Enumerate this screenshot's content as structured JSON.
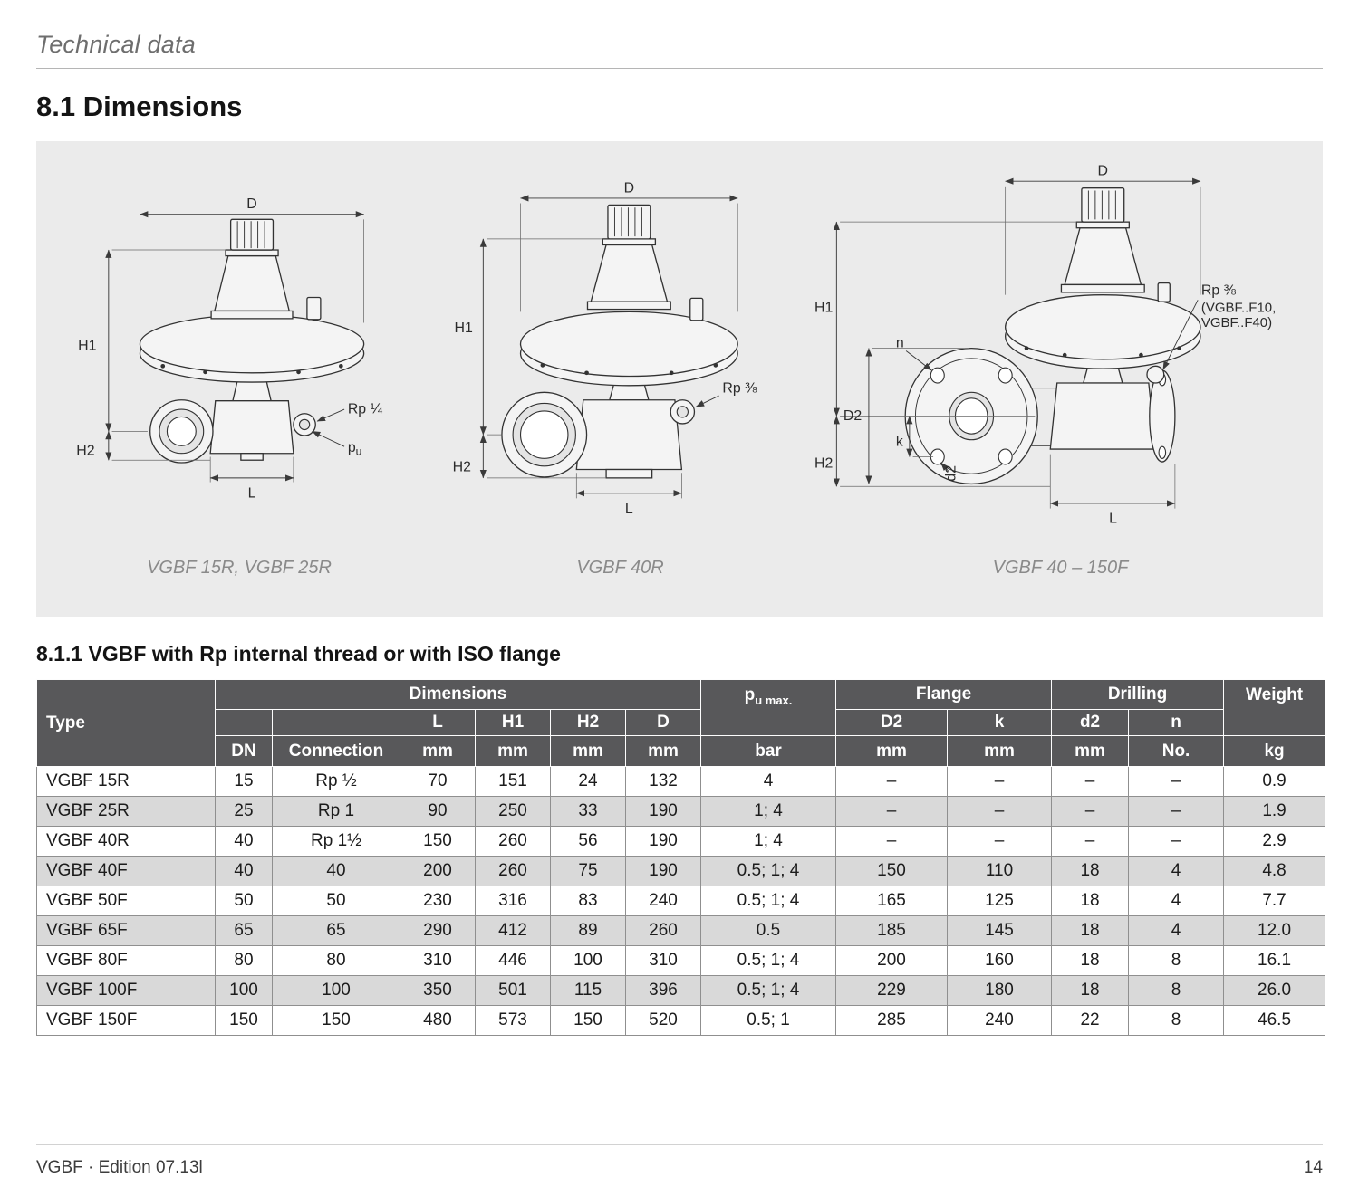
{
  "page": {
    "eyebrow": "Technical data",
    "section_title": "8.1 Dimensions",
    "subsection_title": "8.1.1 VGBF with Rp internal thread or with ISO flange",
    "footer_left": "VGBF · Edition 07.13l",
    "page_number": "14"
  },
  "figures": {
    "fig1": {
      "caption": "VGBF 15R, VGBF 25R",
      "labels": {
        "d": "D",
        "h1": "H1",
        "h2": "H2",
        "l": "L",
        "rp": "Rp ¼",
        "pu_main": "p",
        "pu_sub": "u"
      }
    },
    "fig2": {
      "caption": "VGBF 40R",
      "labels": {
        "d": "D",
        "h1": "H1",
        "h2": "H2",
        "l": "L",
        "rp": "Rp ⅜"
      }
    },
    "fig3": {
      "caption": "VGBF 40 – 150F",
      "labels": {
        "d": "D",
        "h1": "H1",
        "h2": "H2",
        "l": "L",
        "n": "n",
        "k": "k",
        "d2": "D2",
        "d2_small": "d2",
        "rp": "Rp ⅜",
        "rp_note1": "(VGBF..F10,",
        "rp_note2": "VGBF..F40)"
      }
    }
  },
  "table": {
    "header": {
      "type": "Type",
      "dimensions": "Dimensions",
      "pu_main": "p",
      "pu_sub": "u max.",
      "flange": "Flange",
      "drilling": "Drilling",
      "weight": "Weight",
      "l": "L",
      "h1": "H1",
      "h2": "H2",
      "d": "D",
      "d2_flange": "D2",
      "k": "k",
      "d2_drill": "d2",
      "n": "n",
      "dn": "DN",
      "connection": "Connection",
      "mm": "mm",
      "bar": "bar",
      "no": "No.",
      "kg": "kg"
    },
    "rows": [
      [
        "VGBF 15R",
        "15",
        "Rp ½",
        "70",
        "151",
        "24",
        "132",
        "4",
        "–",
        "–",
        "–",
        "–",
        "0.9"
      ],
      [
        "VGBF 25R",
        "25",
        "Rp 1",
        "90",
        "250",
        "33",
        "190",
        "1; 4",
        "–",
        "–",
        "–",
        "–",
        "1.9"
      ],
      [
        "VGBF 40R",
        "40",
        "Rp 1½",
        "150",
        "260",
        "56",
        "190",
        "1; 4",
        "–",
        "–",
        "–",
        "–",
        "2.9"
      ],
      [
        "VGBF 40F",
        "40",
        "40",
        "200",
        "260",
        "75",
        "190",
        "0.5; 1; 4",
        "150",
        "110",
        "18",
        "4",
        "4.8"
      ],
      [
        "VGBF 50F",
        "50",
        "50",
        "230",
        "316",
        "83",
        "240",
        "0.5; 1; 4",
        "165",
        "125",
        "18",
        "4",
        "7.7"
      ],
      [
        "VGBF 65F",
        "65",
        "65",
        "290",
        "412",
        "89",
        "260",
        "0.5",
        "185",
        "145",
        "18",
        "4",
        "12.0"
      ],
      [
        "VGBF 80F",
        "80",
        "80",
        "310",
        "446",
        "100",
        "310",
        "0.5; 1; 4",
        "200",
        "160",
        "18",
        "8",
        "16.1"
      ],
      [
        "VGBF 100F",
        "100",
        "100",
        "350",
        "501",
        "115",
        "396",
        "0.5; 1; 4",
        "229",
        "180",
        "18",
        "8",
        "26.0"
      ],
      [
        "VGBF 150F",
        "150",
        "150",
        "480",
        "573",
        "150",
        "520",
        "0.5; 1",
        "285",
        "240",
        "22",
        "8",
        "46.5"
      ]
    ]
  }
}
